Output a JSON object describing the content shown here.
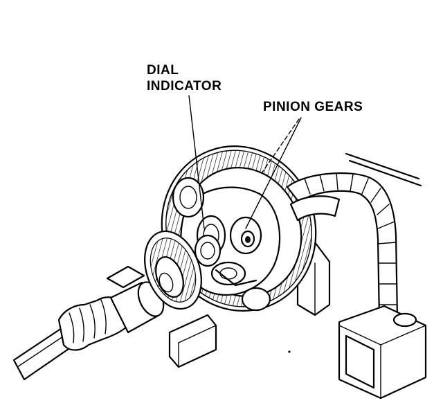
{
  "labels": {
    "dial_indicator_line1": "DIAL",
    "dial_indicator_line2": "INDICATOR",
    "pinion_gears": "PINION GEARS"
  },
  "colors": {
    "ink": "#000000",
    "background": "#ffffff"
  }
}
